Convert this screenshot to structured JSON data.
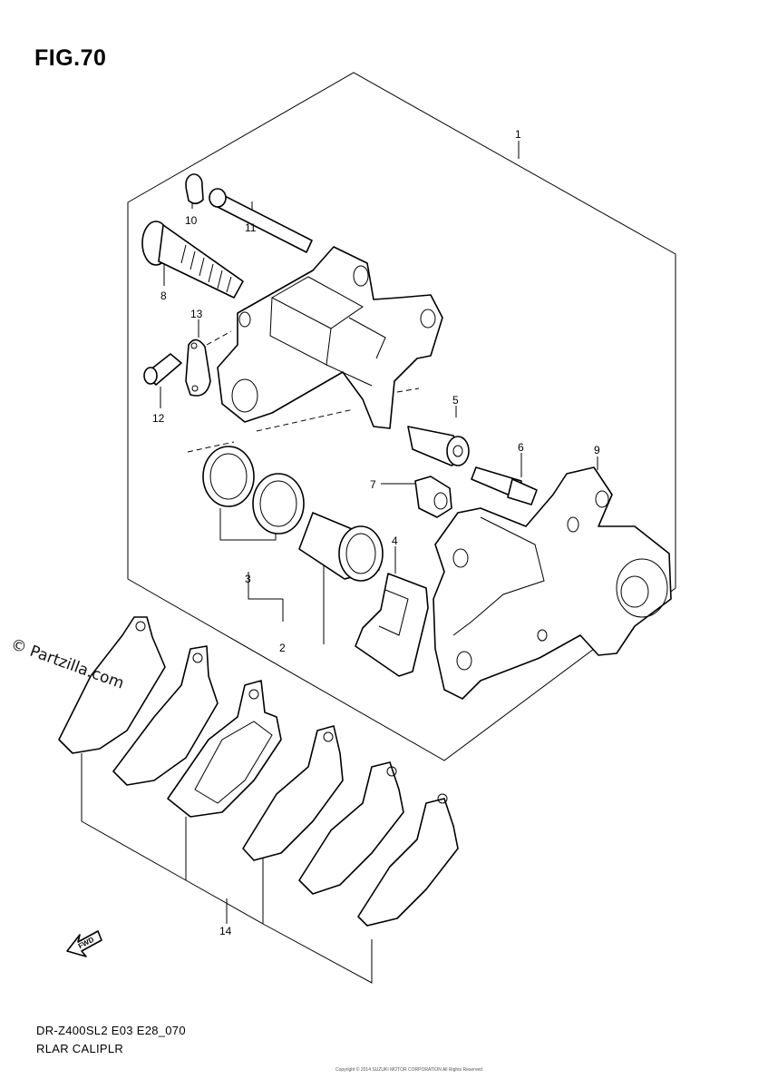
{
  "figure": {
    "title": "FIG.70",
    "model_code": "DR-Z400SL2 E03 E28_070",
    "name": "RLAR CALIPLR",
    "watermark": "© Partzilla.com",
    "direction_label": "FWD",
    "copyright": "Copyright © 2014 SUZUKI MOTOR CORPORATION All Rights Reserved"
  },
  "callouts": [
    {
      "id": "1",
      "text": "1"
    },
    {
      "id": "2",
      "text": "2"
    },
    {
      "id": "3",
      "text": "3"
    },
    {
      "id": "4",
      "text": "4"
    },
    {
      "id": "5",
      "text": "5"
    },
    {
      "id": "6",
      "text": "6"
    },
    {
      "id": "7",
      "text": "7"
    },
    {
      "id": "8",
      "text": "8"
    },
    {
      "id": "9",
      "text": "9"
    },
    {
      "id": "10",
      "text": "10"
    },
    {
      "id": "11",
      "text": "11"
    },
    {
      "id": "12",
      "text": "12"
    },
    {
      "id": "13",
      "text": "13"
    },
    {
      "id": "14",
      "text": "14"
    }
  ]
}
